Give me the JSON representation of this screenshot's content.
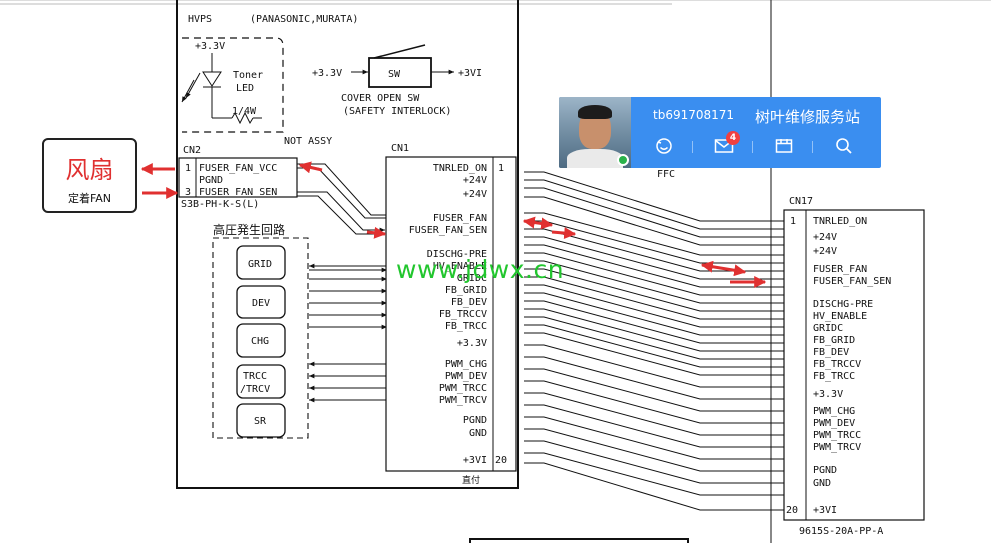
{
  "hvps": {
    "title": "HVPS",
    "maker": "(PANASONIC,MURATA)",
    "toner_led": {
      "supply": "+3.3V",
      "label1": "Toner",
      "label2": "LED",
      "resistor": "1/4W"
    },
    "sw": {
      "in": "+3.3V",
      "label": "SW",
      "out": "+3VI",
      "caption1": "COVER OPEN SW",
      "caption2": "(SAFETY INTERLOCK)"
    },
    "not_assy": "NOT ASSY",
    "cn2": {
      "name": "CN2",
      "part": "S3B-PH-K-S(L)",
      "pins": [
        {
          "num": "1",
          "label": "FUSER_FAN_VCC"
        },
        {
          "num": "",
          "label": "PGND"
        },
        {
          "num": "3",
          "label": "FUSER_FAN_SEN"
        }
      ]
    },
    "hv_circuit": {
      "title": "高圧発生回路",
      "blocks": [
        "GRID",
        "DEV",
        "CHG",
        "TRCC\n/TRCV",
        "SR"
      ]
    },
    "cn1": {
      "name": "CN1",
      "first_pin": "1",
      "last_pin": "20",
      "footer": "直付",
      "signals": [
        "TNRLED_ON",
        "+24V",
        "+24V",
        "FUSER_FAN",
        "FUSER_FAN_SEN",
        "DISCHG-PRE",
        "HV_ENABLE",
        "GRIDC",
        "FB_GRID",
        "FB_DEV",
        "FB_TRCCV",
        "FB_TRCC",
        "+3.3V",
        "PWM_CHG",
        "PWM_DEV",
        "PWM_TRCC",
        "PWM_TRCV",
        "PGND",
        "GND",
        "+3VI"
      ]
    }
  },
  "ffc_label": "FFC",
  "cn17": {
    "name": "CN17",
    "first_pin": "1",
    "last_pin": "20",
    "part": "9615S-20A-PP-A",
    "signals": [
      "TNRLED_ON",
      "+24V",
      "+24V",
      "FUSER_FAN",
      "FUSER_FAN_SEN",
      "DISCHG-PRE",
      "HV_ENABLE",
      "GRIDC",
      "FB_GRID",
      "FB_DEV",
      "FB_TRCCV",
      "FB_TRCC",
      "+3.3V",
      "PWM_CHG",
      "PWM_DEV",
      "PWM_TRCC",
      "PWM_TRCV",
      "PGND",
      "GND",
      "+3VI"
    ]
  },
  "fan_callout": {
    "title": "风扇",
    "subtitle": "定着FAN"
  },
  "profile_card": {
    "username": "tb691708171",
    "shop_name": "树叶维修服务站",
    "unread_badge": "4",
    "icons": [
      "smile-icon",
      "mail-icon",
      "calendar-icon",
      "search-icon"
    ]
  },
  "watermark": "www.jdwx.cn",
  "colors": {
    "annotation_red": "#e03030",
    "card_blue": "#3a8ef0",
    "watermark_green": "#22c62e",
    "online_green": "#29b24a"
  }
}
